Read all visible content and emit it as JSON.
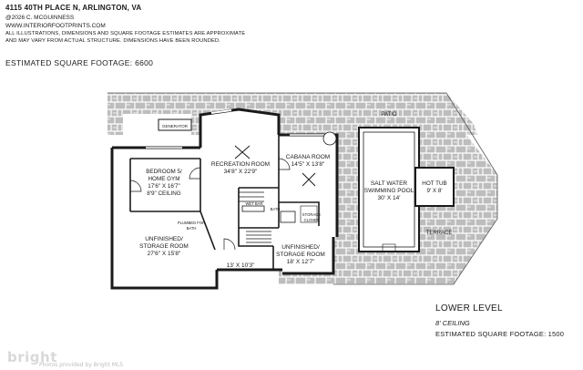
{
  "header": {
    "address": "4115 40TH PLACE N, ARLINGTON, VA",
    "copyright": "@2026 C. MCGUINNESS",
    "website": "WWW.INTERIORFOOTPRINTS.COM",
    "disclaimer_1": "ALL ILLUSTRATIONS, DIMENSIONS AND SQUARE FOOTAGE ESTIMATES ARE APPROXIMATE",
    "disclaimer_2": "AND MAY VARY FROM ACTUAL STRUCTURE. DIMENSIONS HAVE BEEN ROUNDED.",
    "estimated_sqft": "ESTIMATED SQUARE FOOTAGE: 6600"
  },
  "rooms": {
    "generator": "GENERATOR",
    "patio": "PATIO",
    "recreation_name": "RECREATION ROOM",
    "recreation_dim": "34'8\" X 22'9\"",
    "cabana_name": "CABANA ROOM",
    "cabana_dim": "14'5\" X 13'8\"",
    "bedroom_name_1": "BEDROOM 5/",
    "bedroom_name_2": "HOME GYM",
    "bedroom_dim": "17'6\" X 16'7\"",
    "bedroom_ceiling": "8'9\" CEILING",
    "wet_bar": "WET BAR",
    "bath": "BATH",
    "storage_closet_1": "STORAGE",
    "storage_closet_2": "CLOSET",
    "plumbed_1": "PLUMBED FOR",
    "plumbed_2": "BATH",
    "unfinished_w_1": "UNFINISHED/",
    "unfinished_w_2": "STORAGE ROOM",
    "unfinished_w_dim": "27'6\" X 15'8\"",
    "unfinished_e_1": "UNFINISHED/",
    "unfinished_e_2": "STORAGE ROOM",
    "unfinished_e_dim": "18' X 12'7\"",
    "hall_dim": "13' X 10'3\"",
    "pool_1": "SALT WATER",
    "pool_2": "SWIMMING POOL",
    "pool_dim": "30' X 14'",
    "hot_tub_1": "HOT TUB",
    "hot_tub_2": "9' X 8'",
    "terrace": "TERRACE"
  },
  "legend": {
    "level": "LOWER LEVEL",
    "ceiling": "8' CEILING",
    "sqft": "ESTIMATED SQUARE FOOTAGE: 1500"
  },
  "watermark": {
    "brand": "bright",
    "url": "Photos provided by Bright MLS"
  },
  "colors": {
    "wall": "#1a1a1a",
    "stone_fill": "#bdbdbd",
    "stone_line": "#ffffff",
    "pool_water": "#ffffff"
  }
}
